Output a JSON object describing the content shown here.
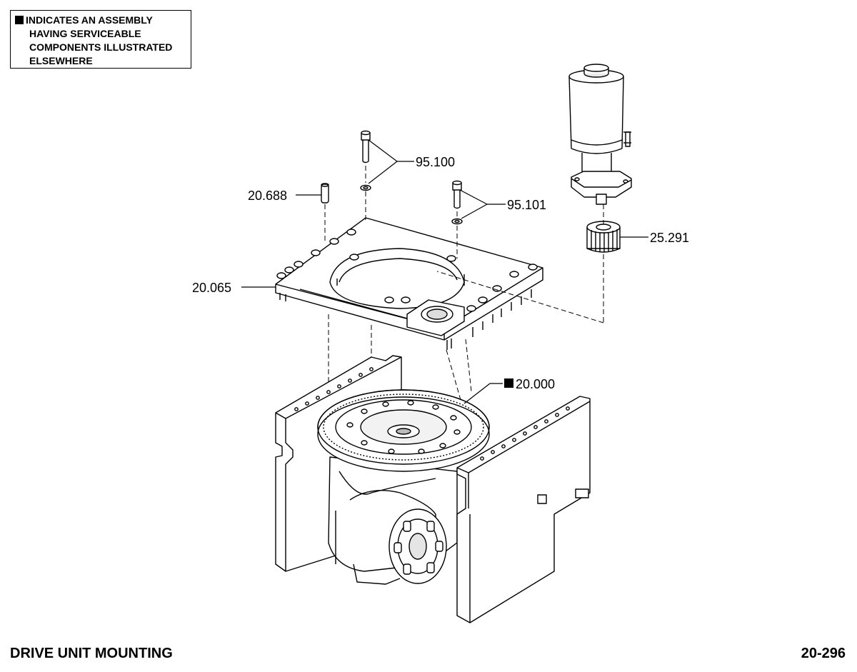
{
  "legend": {
    "lines": [
      "INDICATES AN ASSEMBLY",
      "HAVING SERVICEABLE",
      "COMPONENTS ILLUSTRATED",
      "ELSEWHERE"
    ]
  },
  "callouts": {
    "c95_100": "95.100",
    "c20_688": "20.688",
    "c95_101": "95.101",
    "c25_291": "25.291",
    "c20_065": "20.065",
    "c20_000": "20.000"
  },
  "footer": {
    "title": "DRIVE UNIT MOUNTING",
    "page": "20-296"
  },
  "icons": {
    "assembly_marker": "black-square-icon"
  }
}
